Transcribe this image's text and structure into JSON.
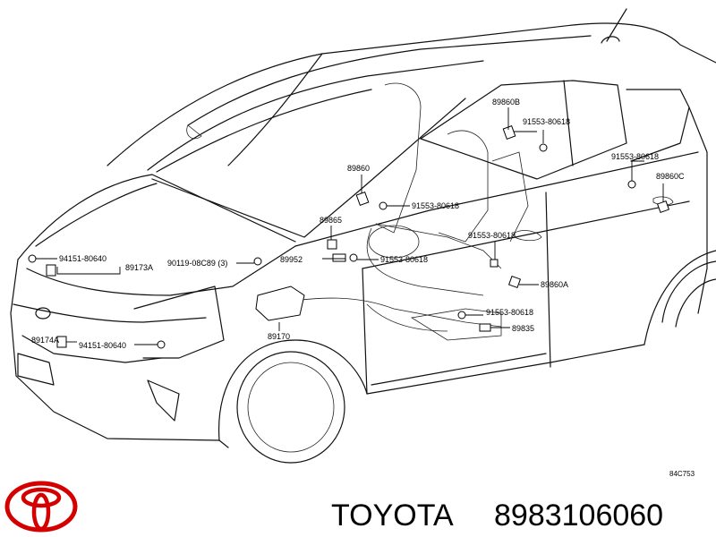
{
  "diagram": {
    "callouts": [
      {
        "id": "c_89860B",
        "text": "89860B"
      },
      {
        "id": "c_91553_a",
        "text": "91553-80618"
      },
      {
        "id": "c_91553_b",
        "text": "91553-80618"
      },
      {
        "id": "c_89860C",
        "text": "89860C"
      },
      {
        "id": "c_89860",
        "text": "89860"
      },
      {
        "id": "c_91553_c",
        "text": "91553-80618"
      },
      {
        "id": "c_89865",
        "text": "89865"
      },
      {
        "id": "c_91553_d",
        "text": "91553-80618"
      },
      {
        "id": "c_89952",
        "text": "89952"
      },
      {
        "id": "c_91553_e",
        "text": "91553-80618"
      },
      {
        "id": "c_94151_a",
        "text": "94151-80640"
      },
      {
        "id": "c_89173A",
        "text": "89173A"
      },
      {
        "id": "c_90119",
        "text": "90119-08C89 (3)"
      },
      {
        "id": "c_89860A",
        "text": "89860A"
      },
      {
        "id": "c_91553_f",
        "text": "91553-80618"
      },
      {
        "id": "c_89835",
        "text": "89835"
      },
      {
        "id": "c_89170",
        "text": "89170"
      },
      {
        "id": "c_89174A",
        "text": "89174A"
      },
      {
        "id": "c_94151_b",
        "text": "94151-80640"
      }
    ],
    "figure_code": "84C753"
  },
  "footer": {
    "brand": "TOYOTA",
    "part_number": "8983106060"
  },
  "colors": {
    "ink": "#000000",
    "background": "#ffffff"
  }
}
